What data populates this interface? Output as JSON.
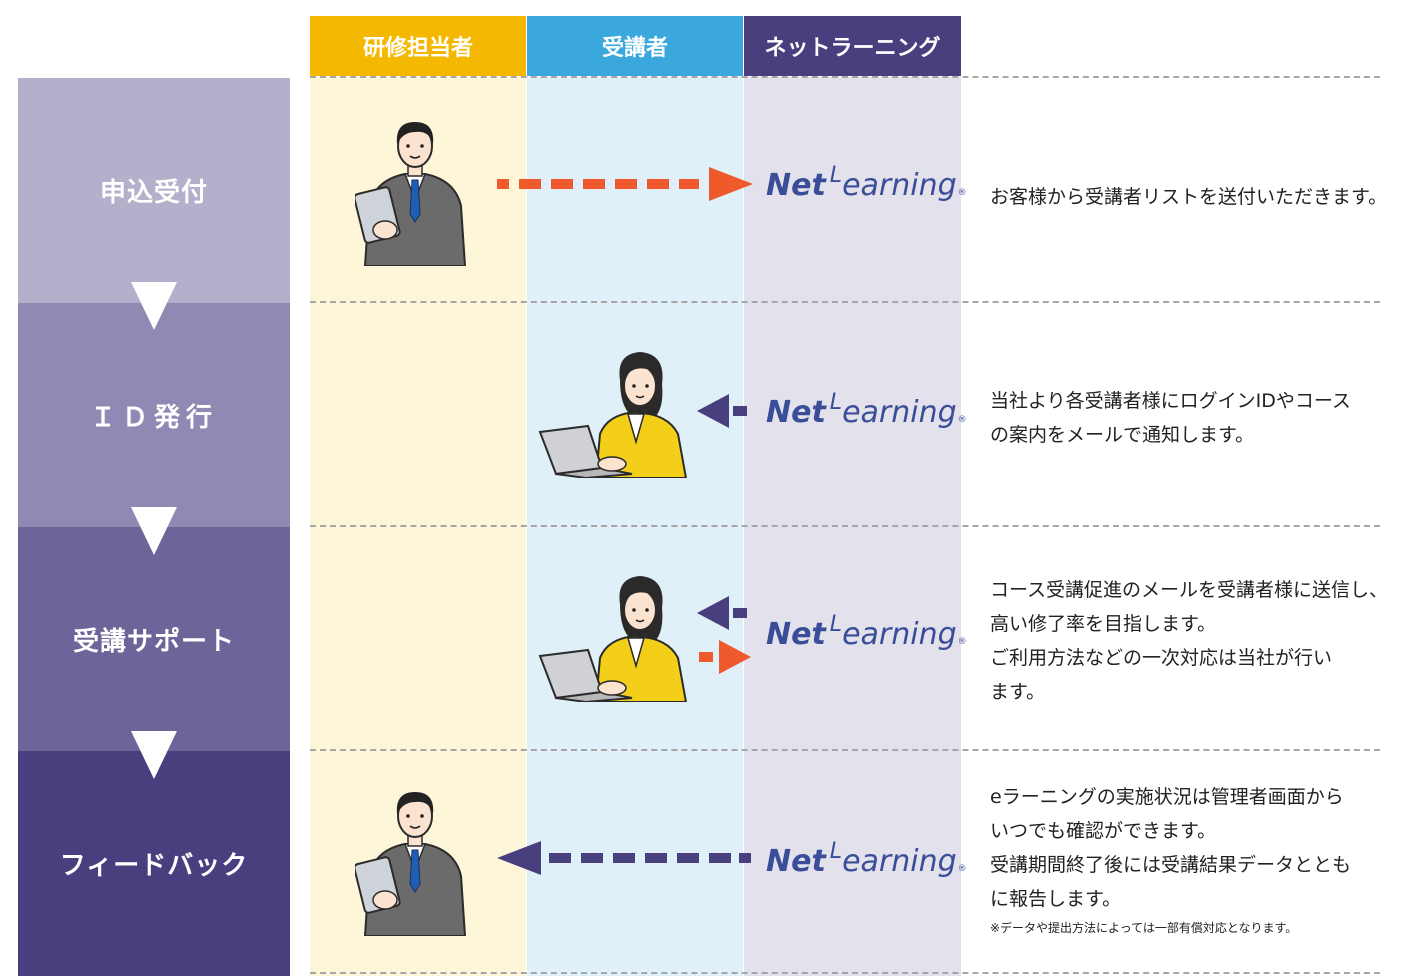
{
  "columns": [
    {
      "label": "研修担当者",
      "color": "#f5b800"
    },
    {
      "label": "受講者",
      "color": "#3aa7dd"
    },
    {
      "label": "ネットラーニング",
      "color": "#4a3f7e"
    }
  ],
  "lane_colors": [
    "#fef6d9",
    "#e0f0f8",
    "#e3e1ec"
  ],
  "stages": [
    {
      "label": "申込受付",
      "color": "#b4b0cb"
    },
    {
      "label": "ＩＤ発行",
      "color": "#9189b3"
    },
    {
      "label": "受講サポート",
      "color": "#6e6499"
    },
    {
      "label": "フィードバック",
      "color": "#4a3f7e"
    }
  ],
  "logo": {
    "net": "Net",
    "l": "L",
    "rest": "earning",
    "mark": "®"
  },
  "arrow_colors": {
    "orange": "#ee5a2b",
    "purple": "#4a3f7e"
  },
  "descriptions": [
    {
      "lines": [
        "お客様から受講者リストを送付いただきます。"
      ]
    },
    {
      "lines": [
        "当社より各受講者様にログインIDやコース",
        "の案内をメールで通知します。"
      ]
    },
    {
      "lines": [
        "コース受講促進のメールを受講者様に送信し、",
        "高い修了率を目指します。",
        "ご利用方法などの一次対応は当社が行い",
        "ます。"
      ]
    },
    {
      "lines": [
        "eラーニングの実施状況は管理者画面から",
        "いつでも確認ができます。",
        "受講期間終了後には受講結果データととも",
        "に報告します。"
      ],
      "note": "※データや提出方法によっては一部有償対応となります。"
    }
  ],
  "icons": [
    "businessman-icon",
    "woman-laptop-icon"
  ]
}
